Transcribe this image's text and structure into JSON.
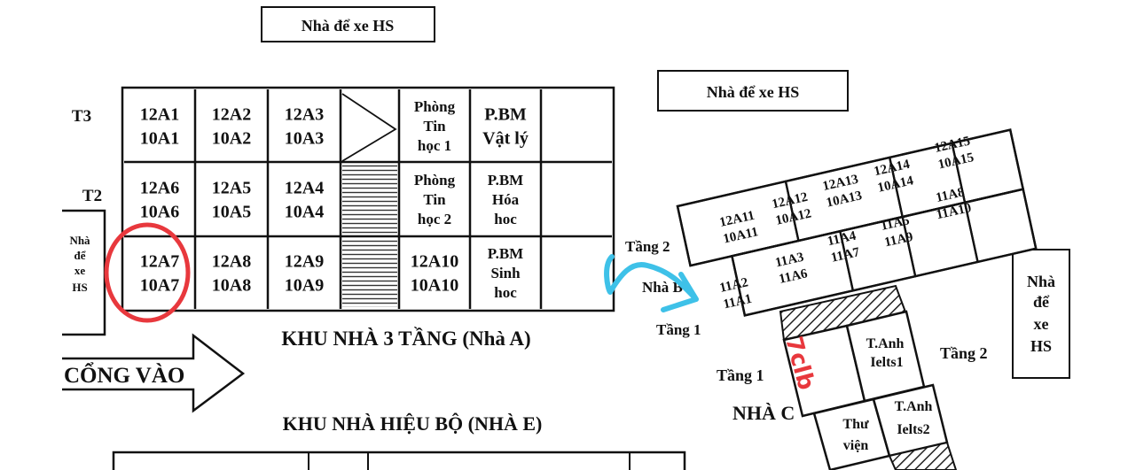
{
  "parking_top_left": "Nhà để xe HS",
  "parking_top_right": "Nhà để xe HS",
  "parking_left": [
    "Nhà",
    "để",
    "xe",
    "HS"
  ],
  "parking_right": [
    "Nhà",
    "để",
    "xe",
    "HS"
  ],
  "building_a": {
    "floor_labels": [
      "T3",
      "T2"
    ],
    "rows": [
      [
        [
          "12A1",
          "10A1"
        ],
        [
          "12A2",
          "10A2"
        ],
        [
          "12A3",
          "10A3"
        ],
        [],
        [
          "Phòng",
          "Tin",
          "học 1"
        ],
        [
          "P.BM",
          "Vật lý"
        ],
        []
      ],
      [
        [
          "12A6",
          "10A6"
        ],
        [
          "12A5",
          "10A5"
        ],
        [
          "12A4",
          "10A4"
        ],
        [],
        [
          "Phòng",
          "Tin",
          "học 2"
        ],
        [
          "P.BM",
          "Hóa",
          "hoc"
        ],
        []
      ],
      [
        [
          "12A7",
          "10A7"
        ],
        [
          "12A8",
          "10A8"
        ],
        [
          "12A9",
          "10A9"
        ],
        [],
        [
          "12A10",
          "10A10"
        ],
        [
          "P.BM",
          "Sinh",
          "hoc"
        ],
        []
      ]
    ],
    "title": "KHU NHÀ 3 TẦNG (Nhà A)"
  },
  "gate_label": "CỔNG VÀO",
  "building_e_title": "KHU NHÀ HIỆU BỘ (NHÀ E)",
  "building_b": {
    "label": "Nhà B",
    "floor2": "Tầng 2",
    "floor1": "Tầng 1",
    "upper": [
      [
        "12A11",
        "10A11"
      ],
      [
        "12A12",
        "10A12"
      ],
      [
        "12A13",
        "10A13"
      ],
      [
        "12A14",
        "10A14"
      ],
      [
        "12A15",
        "10A15"
      ]
    ],
    "lower": [
      [
        "11A2",
        "11A1"
      ],
      [
        "11A3",
        "11A6"
      ],
      [
        "11A4",
        "11A7"
      ],
      [
        "11A5",
        "11A9"
      ],
      [
        "11A8",
        "11A10"
      ]
    ]
  },
  "building_c": {
    "label": "NHÀ C",
    "floor1": "Tầng 1",
    "floor2": "Tầng 2",
    "rooms": [
      [
        "T.Anh",
        "Ielts1"
      ],
      [
        "Thư",
        "viện"
      ],
      [
        "T.Anh",
        "Ielts2"
      ]
    ]
  },
  "handwritten_note": "7clb",
  "colors": {
    "circle_highlight": "#e8383d",
    "arrow_highlight": "#3ec1e8",
    "note": "#e8383d"
  }
}
